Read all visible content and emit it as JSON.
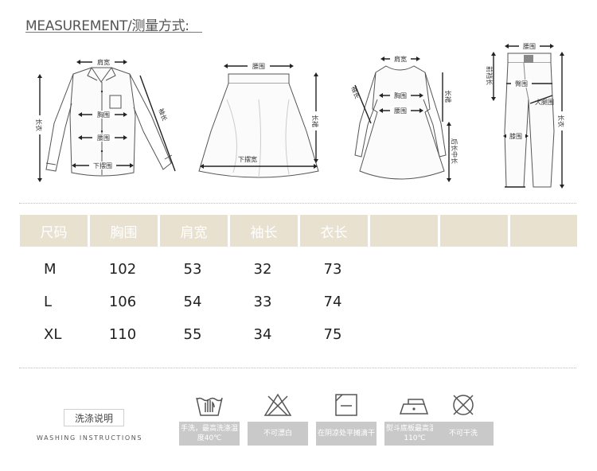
{
  "title": "MEASUREMENT/测量方式:",
  "diagrams": {
    "shirt": {
      "shoulder": "肩宽",
      "length": "长衣",
      "sleeve": "袖长",
      "chest": "胸围",
      "waist": "腰围",
      "hem": "下摆围"
    },
    "skirt": {
      "waist": "腰围",
      "length": "长裙",
      "hem": "下摆宽"
    },
    "dress": {
      "shoulder": "肩宽",
      "sleeve": "袖长",
      "chest": "胸围",
      "waist": "腰围",
      "length": "长裙",
      "back_length": "后长中长"
    },
    "pants": {
      "waist": "腰围",
      "front_rise": "前裆长",
      "hip": "臀围",
      "thigh": "大腿围",
      "knee": "膝围",
      "length": "长衣"
    }
  },
  "table": {
    "headers": [
      "尺码",
      "胸围",
      "肩宽",
      "袖长",
      "衣长",
      "",
      "",
      ""
    ],
    "rows": [
      [
        "M",
        "102",
        "53",
        "32",
        "73"
      ],
      [
        "L",
        "106",
        "54",
        "33",
        "74"
      ],
      [
        "XL",
        "110",
        "55",
        "34",
        "75"
      ]
    ]
  },
  "washing": {
    "title": "洗涤说明",
    "subtitle": "WASHING INSTRUCTIONS",
    "items": [
      {
        "icon": "wash-tub-icon",
        "text": "手洗，最高洗涤温度40℃"
      },
      {
        "icon": "no-bleach-icon",
        "text": "不可漂白"
      },
      {
        "icon": "dry-flat-shade-icon",
        "text": "在阴凉处平摊滴干"
      },
      {
        "icon": "iron-icon",
        "text": "熨斗底板最高温度110℃"
      },
      {
        "icon": "no-dry-clean-icon",
        "text": "不可干洗"
      }
    ]
  }
}
